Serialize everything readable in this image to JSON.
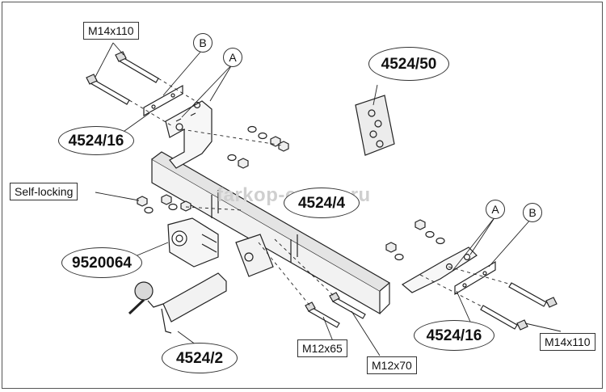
{
  "watermark": "farkop-center.ru",
  "bolt_labels": {
    "m14_top": "M14x110",
    "m14_bottom": "M14x110",
    "m12x65": "M12x65",
    "m12x70": "M12x70",
    "self_locking": "Self-locking"
  },
  "part_labels": {
    "plate_top": "4524/16",
    "plate_bottom": "4524/16",
    "crossbar": "4524/4",
    "socket_plate": "4524/50",
    "socket_bracket": "9520064",
    "ball": "4524/2"
  },
  "callout_letters": {
    "b_top": "B",
    "a_top": "A",
    "a_bottom": "A",
    "b_bottom": "B"
  }
}
